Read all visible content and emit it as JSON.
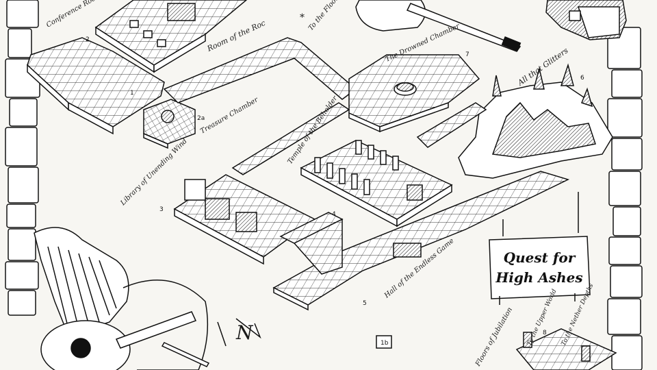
{
  "map": {
    "rooms": [
      {
        "id": "conference",
        "label": "Conference Room B"
      },
      {
        "id": "roc",
        "label": "Room of the Roc"
      },
      {
        "id": "treasure",
        "label": "Treasure Chamber"
      },
      {
        "id": "drowned",
        "label": "The Drowned Chamber"
      },
      {
        "id": "glitters",
        "label": "All that Glitters"
      },
      {
        "id": "library",
        "label": "Library of Unending Wind"
      },
      {
        "id": "beholder",
        "label": "Temple of the Beholder"
      },
      {
        "id": "endless",
        "label": "Hall of the Endless Game"
      },
      {
        "id": "jubilation",
        "label": "Floors of Jubilation"
      }
    ],
    "directions": [
      {
        "id": "to-jubilation",
        "label": "To the Floors of Jubilation"
      },
      {
        "id": "to-upper",
        "label": "To the Upper World"
      },
      {
        "id": "to-nether",
        "label": "To the Nether Depths"
      }
    ],
    "room_numbers": [
      "1",
      "2",
      "2a",
      "3",
      "4",
      "5",
      "6",
      "7",
      "8",
      "1b"
    ],
    "north_marker": "N",
    "asterisk": "*"
  },
  "sign": {
    "line1": "Quest for",
    "line2": "High Ashes"
  },
  "colors": {
    "ink": "#1a1a1a",
    "paper": "#f7f6f2",
    "stone": "#ffffff"
  }
}
